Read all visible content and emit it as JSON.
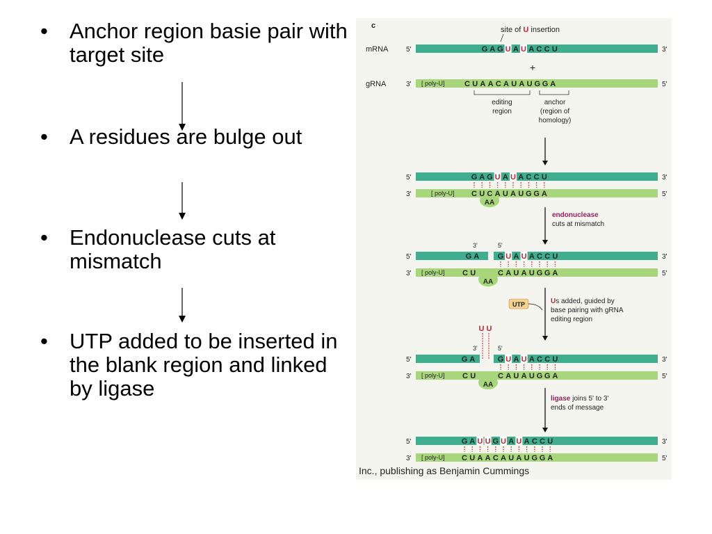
{
  "bullets": [
    {
      "text": "Anchor region basie pair with target site"
    },
    {
      "text": "A residues are bulge out"
    },
    {
      "text": "Endonuclease cuts at mismatch"
    },
    {
      "text": "UTP added to be inserted in the blank region and linked by ligase"
    }
  ],
  "bullet_symbol": "•",
  "figure": {
    "panel_label": "c",
    "site_label_pre": "site of ",
    "site_label_u": "U",
    "site_label_post": " insertion",
    "mrna_label": "mRNA",
    "grna_label": "gRNA",
    "five_prime": "5'",
    "three_prime": "3'",
    "plus": "+",
    "poly_u": "[ poly-U]",
    "mrna_seq_1": [
      "G",
      "A",
      "G",
      "U",
      "A",
      "U",
      "A",
      "C",
      "C",
      "U"
    ],
    "grna_seq_1": [
      "C",
      "U",
      "A",
      "A",
      "C",
      "A",
      "U",
      "A",
      "U",
      "G",
      "G",
      "A"
    ],
    "editing_region": "editing region",
    "anchor_label": "anchor (region of homology)",
    "grna_bulge_seq": [
      "C",
      "U",
      "C",
      "A",
      "U",
      "A",
      "U",
      "G",
      "G",
      "A"
    ],
    "bulge_aa": "AA",
    "endonuclease_word": "endonuclease",
    "endonuclease_rest": "cuts at mismatch",
    "cut_left_seq": [
      "G",
      "A"
    ],
    "cut_right_seq": [
      "G",
      "U",
      "A",
      "U",
      "A",
      "C",
      "C",
      "U"
    ],
    "grna_cu": [
      "C",
      "U"
    ],
    "grna_right": [
      "C",
      "A",
      "U",
      "A",
      "U",
      "G",
      "G",
      "A"
    ],
    "utp_label": "UTP",
    "us_added_u": "U",
    "us_added_rest": "s added, guided by",
    "us_added_line2": "base pairing with gRNA",
    "us_added_line3": "editing region",
    "uu_label": "U U",
    "ligase_word": "ligase",
    "ligase_rest": " joins 5' to 3'",
    "ligase_line2": "ends of message",
    "final_mrna_seq": [
      "G",
      "A",
      "U",
      "U",
      "G",
      "U",
      "A",
      "U",
      "A",
      "C",
      "C",
      "U"
    ],
    "credit": "Inc., publishing as Benjamin Cummings",
    "colors": {
      "mrna": "#3fae8f",
      "grna": "#a8d67a",
      "red": "#d01f2f",
      "magenta": "#a3195b",
      "pair": "#d84a4a",
      "utp_box": "#f5d18a"
    }
  }
}
